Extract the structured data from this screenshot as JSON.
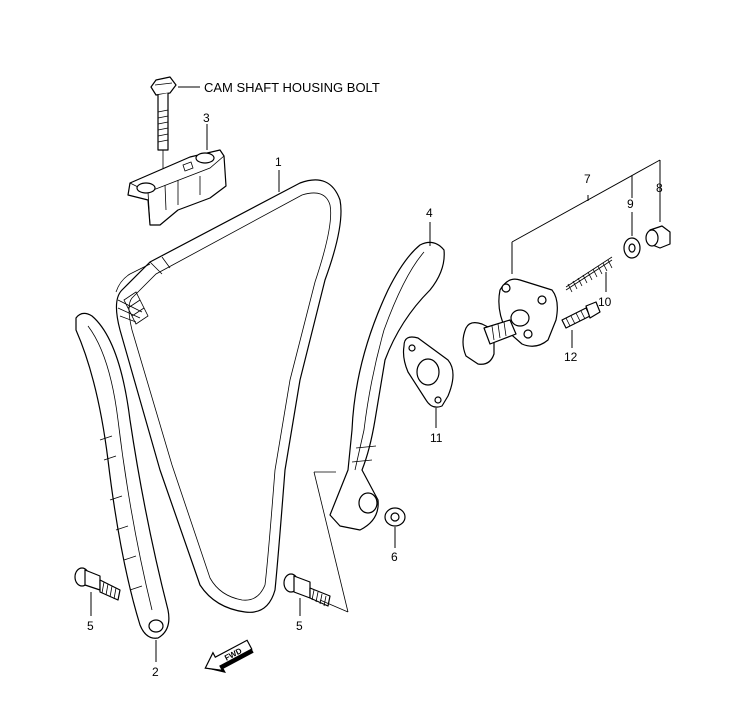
{
  "caption": "CAM SHAFT HOUSING BOLT",
  "fwd_label": "FWD",
  "callouts": {
    "c1": "1",
    "c2": "2",
    "c3": "3",
    "c4": "4",
    "c5a": "5",
    "c5b": "5",
    "c6": "6",
    "c7": "7",
    "c8": "8",
    "c9": "9",
    "c10": "10",
    "c11": "11",
    "c12": "12"
  }
}
